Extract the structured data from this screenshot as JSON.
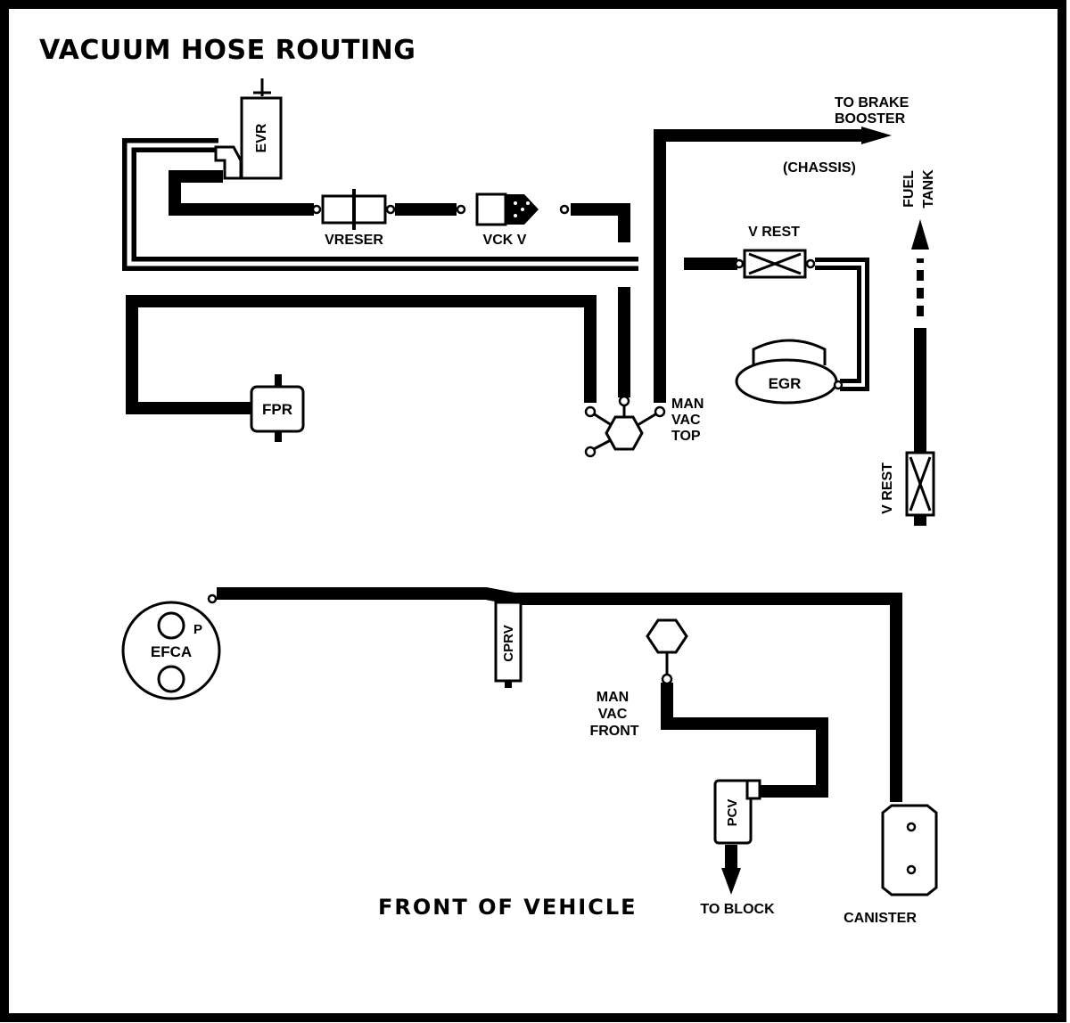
{
  "diagram": {
    "title": "VACUUM HOSE ROUTING",
    "footer": "FRONT OF VEHICLE",
    "components": {
      "evr": "EVR",
      "vreser": "VRESER",
      "vckv": "VCK V",
      "fpr": "FPR",
      "vrest_top": "V REST",
      "egr": "EGR",
      "efca": "EFCA",
      "efca_port": "P",
      "cprv": "CPRV",
      "pcv": "PCV",
      "vrest_side": "V REST",
      "canister": "CANISTER"
    },
    "labels": {
      "to_brake_booster": [
        "TO BRAKE",
        "BOOSTER"
      ],
      "chassis": "(CHASSIS)",
      "fuel_tank": [
        "FUEL",
        "TANK"
      ],
      "man_vac_top": [
        "MAN",
        "VAC",
        "TOP"
      ],
      "man_vac_front": [
        "MAN",
        "VAC",
        "FRONT"
      ],
      "to_block": "TO BLOCK"
    },
    "colors": {
      "line": "#000000",
      "background": "#ffffff"
    }
  }
}
